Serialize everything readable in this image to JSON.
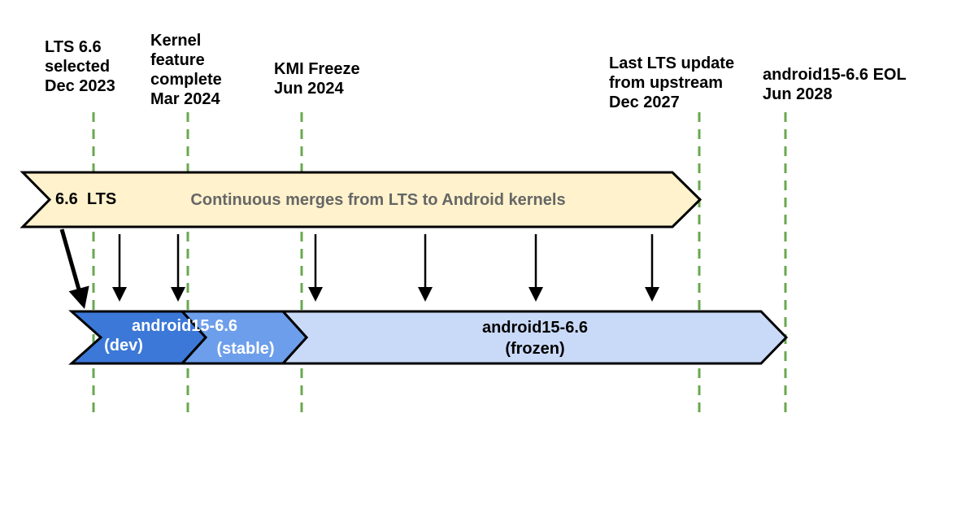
{
  "milestones": [
    {
      "label": "LTS 6.6\nselected\nDec 2023"
    },
    {
      "label": "Kernel\nfeature\ncomplete\nMar 2024"
    },
    {
      "label": "KMI Freeze\nJun 2024"
    },
    {
      "label": "Last LTS update\nfrom upstream\nDec 2027"
    },
    {
      "label": "android15-6.6 EOL\nJun 2028"
    }
  ],
  "lts_banner": {
    "tag": "6.6  LTS",
    "title": "Continuous merges from LTS to Android kernels"
  },
  "branch": {
    "dev_title": "android15-6.6",
    "dev_sub": "(dev)",
    "stable_sub": "(stable)",
    "frozen_label": "android15-6.6\n(frozen)"
  },
  "colors": {
    "lts_fill": "#fff2cc",
    "dev_fill": "#3c78d8",
    "stable_fill": "#6d9eeb",
    "frozen_fill": "#c9daf8",
    "milestone_line": "#6aa84f",
    "outline": "#000000",
    "lts_title_text": "#666666",
    "arrow": "#000000"
  }
}
